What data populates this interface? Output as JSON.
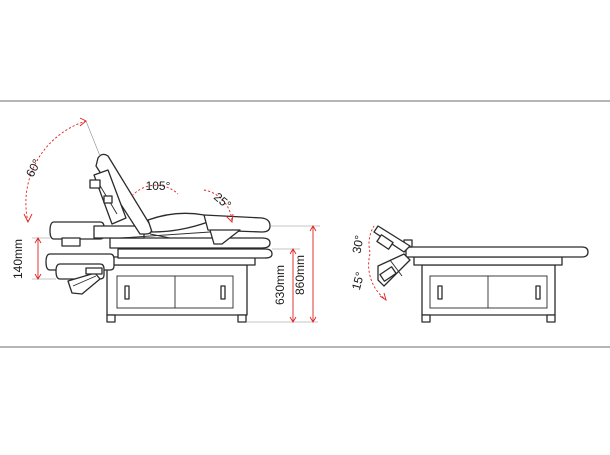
{
  "side_view": {
    "angle_backrest": "60°",
    "angle_knee": "105°",
    "angle_foot": "25°",
    "height_low": "140mm",
    "height_min": "630mm",
    "height_max": "860mm"
  },
  "end_view": {
    "angle_up": "30°",
    "angle_down": "15°"
  },
  "colors": {
    "line": "#2b2b2b",
    "dimension": "#e02020",
    "frame": "#3a3a3a"
  }
}
